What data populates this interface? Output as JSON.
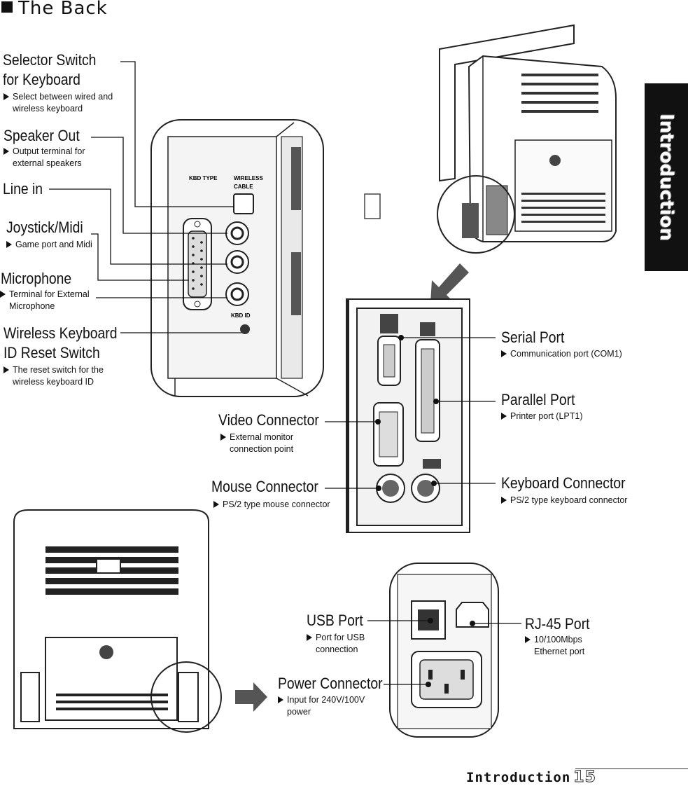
{
  "page": {
    "section_title": "The Back",
    "side_tab": "Introduction",
    "footer_label": "Introduction",
    "page_number": "15"
  },
  "callouts": {
    "selector_switch": {
      "title_1": "Selector Switch",
      "title_2": "for Keyboard",
      "desc_1": "Select between wired and",
      "desc_2": "wireless keyboard"
    },
    "speaker_out": {
      "title": "Speaker Out",
      "desc_1": "Output terminal for",
      "desc_2": "external speakers"
    },
    "line_in": {
      "title": "Line in"
    },
    "joystick_midi": {
      "title": "Joystick/Midi",
      "desc": "Game port and Midi"
    },
    "microphone": {
      "title": "Microphone",
      "desc_1": "Terminal for External",
      "desc_2": "Microphone"
    },
    "wireless_reset": {
      "title_1": "Wireless Keyboard",
      "title_2": "ID Reset Switch",
      "desc_1": "The reset switch for the",
      "desc_2": "wireless keyboard ID"
    },
    "serial_port": {
      "title": "Serial Port",
      "desc": "Communication port (COM1)"
    },
    "parallel_port": {
      "title": "Parallel Port",
      "desc": "Printer port (LPT1)"
    },
    "video_connector": {
      "title": "Video Connector",
      "desc_1": "External monitor",
      "desc_2": "connection point"
    },
    "mouse_connector": {
      "title": "Mouse Connector",
      "desc": "PS/2 type mouse connector"
    },
    "keyboard_connector": {
      "title": "Keyboard Connector",
      "desc": "PS/2 type keyboard connector"
    },
    "usb_port": {
      "title": "USB Port",
      "desc_1": "Port for USB",
      "desc_2": "connection"
    },
    "rj45_port": {
      "title": "RJ-45 Port",
      "desc_1": "10/100Mbps",
      "desc_2": "Ethernet port"
    },
    "power_connector": {
      "title": "Power Connector",
      "desc_1": "Input for 240V/100V",
      "desc_2": "power"
    }
  },
  "panel_labels": {
    "kbd_type": "KBD TYPE",
    "wireless": "WIRELESS",
    "cable": "CABLE",
    "kbd_id": "KBD   ID"
  },
  "icons": [
    "callout-arrow-icon",
    "diagonal-arrow-icon",
    "right-arrow-icon",
    "placeholder-box-icon"
  ]
}
